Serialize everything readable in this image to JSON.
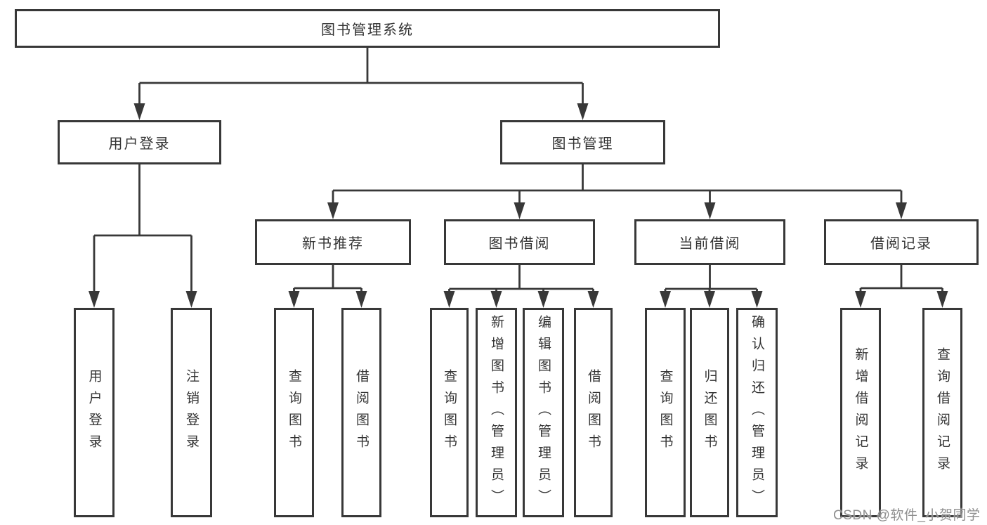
{
  "colors": {
    "line": "#383838",
    "box_border": "#383838",
    "box_background": "#ffffff",
    "text": "#333333",
    "watermark": "#8f8f8f",
    "page_background": "#ffffff"
  },
  "root": {
    "label": "图书管理系统"
  },
  "level2": [
    {
      "label": "用户登录",
      "parent": "图书管理系统"
    },
    {
      "label": "图书管理",
      "parent": "图书管理系统"
    }
  ],
  "level3": [
    {
      "label": "新书推荐",
      "parent": "图书管理"
    },
    {
      "label": "图书借阅",
      "parent": "图书管理"
    },
    {
      "label": "当前借阅",
      "parent": "图书管理"
    },
    {
      "label": "借阅记录",
      "parent": "图书管理"
    }
  ],
  "leaves": [
    {
      "label": "用户登录",
      "parent": "用户登录"
    },
    {
      "label": "注销登录",
      "parent": "用户登录"
    },
    {
      "label": "查询图书",
      "parent": "新书推荐"
    },
    {
      "label": "借阅图书",
      "parent": "新书推荐"
    },
    {
      "label": "查询图书",
      "parent": "图书借阅"
    },
    {
      "label": "新增图书（管理员）",
      "parent": "图书借阅"
    },
    {
      "label": "编辑图书（管理员）",
      "parent": "图书借阅"
    },
    {
      "label": "借阅图书",
      "parent": "图书借阅"
    },
    {
      "label": "查询图书",
      "parent": "当前借阅"
    },
    {
      "label": "归还图书",
      "parent": "当前借阅"
    },
    {
      "label": "确认归还（管理员）",
      "parent": "当前借阅"
    },
    {
      "label": "新增借阅记录",
      "parent": "借阅记录"
    },
    {
      "label": "查询借阅记录",
      "parent": "借阅记录"
    }
  ],
  "watermark": {
    "text": "CSDN @软件_小贺同学"
  }
}
